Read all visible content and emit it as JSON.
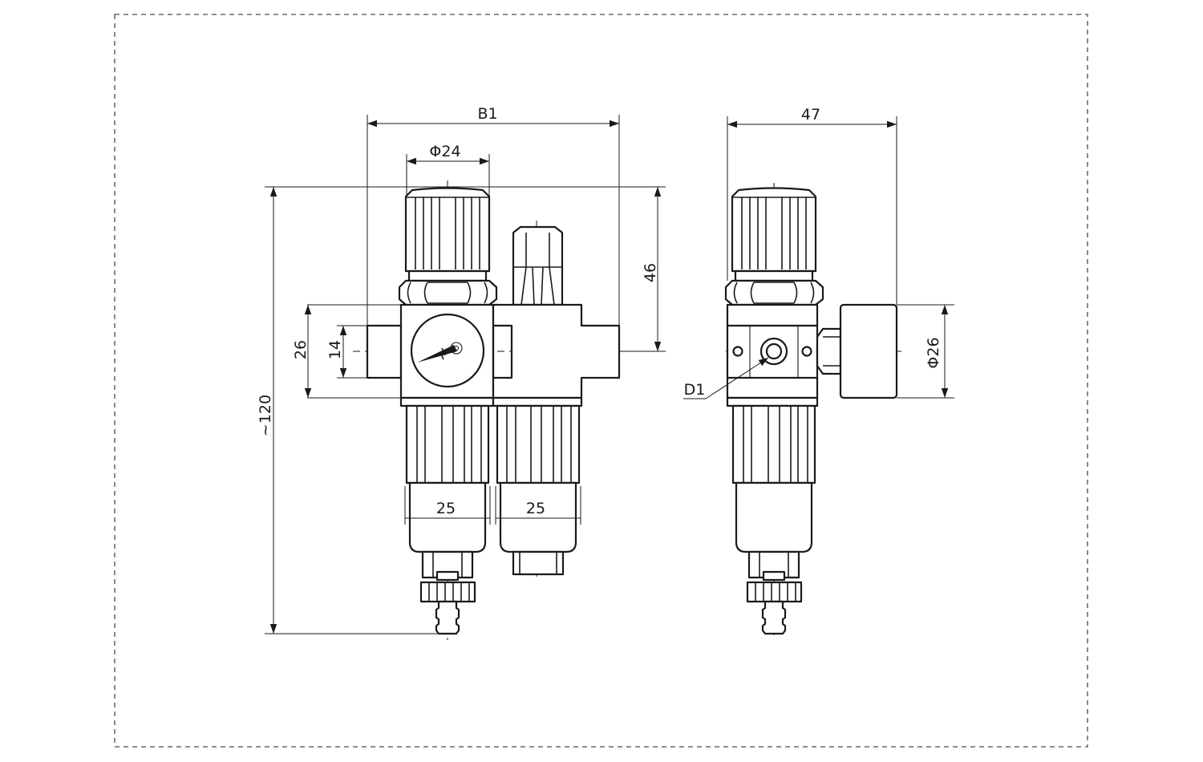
{
  "drawing": {
    "dimensions": {
      "b1": "B1",
      "phi24": "Φ24",
      "d46": "46",
      "d26": "26",
      "d14": "14",
      "d120": "~120",
      "d25_left": "25",
      "d25_right": "25",
      "d47": "47",
      "phi26": "Φ26",
      "d1": "D1"
    }
  }
}
